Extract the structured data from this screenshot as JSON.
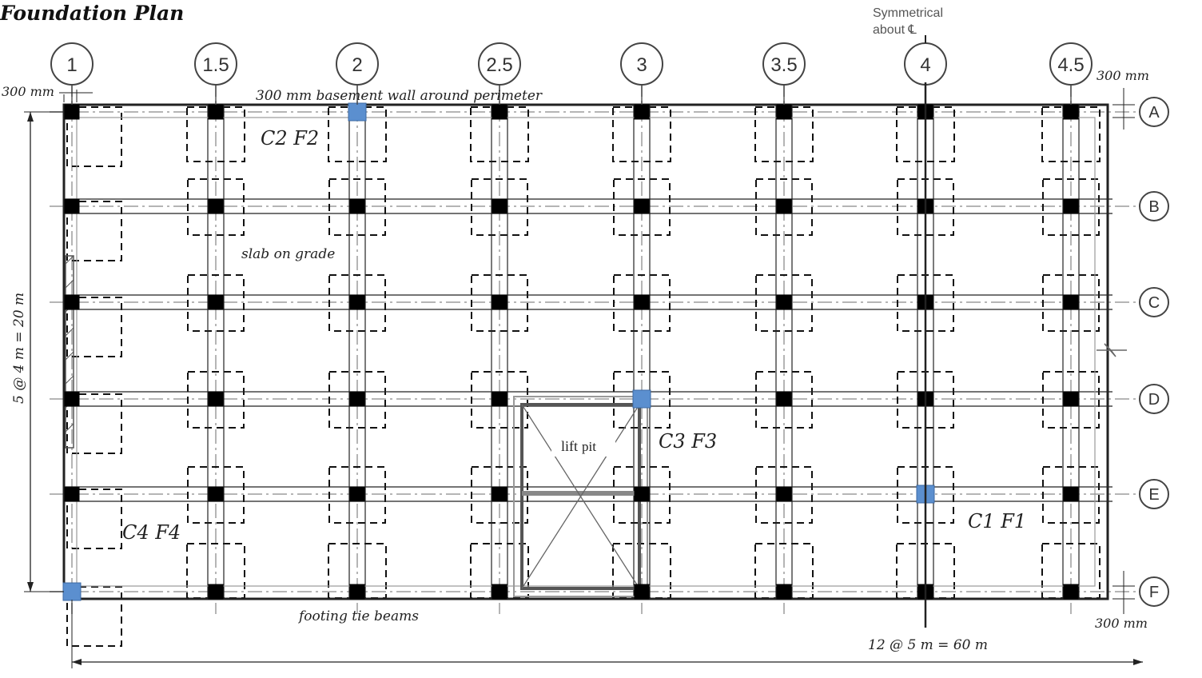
{
  "title": "Foundation Plan",
  "symmetry_note": [
    "Symmetrical",
    "about ℄"
  ],
  "grid": {
    "column_labels": [
      "1",
      "1.5",
      "2",
      "2.5",
      "3",
      "3.5",
      "4",
      "4.5"
    ],
    "row_labels": [
      "A",
      "B",
      "C",
      "D",
      "E",
      "F"
    ]
  },
  "dimensions": {
    "wall_offset_left": "300 mm",
    "wall_offset_right_top": "300 mm",
    "wall_offset_right_bottom": "300 mm",
    "vertical_span": "5 @ 4 m = 20 m",
    "horizontal_span": "12 @ 5 m = 60 m"
  },
  "labels": {
    "basement_wall": "300 mm basement wall around perimeter",
    "slab": "slab on grade",
    "tie_beams": "footing tie beams",
    "lift_pit_italic": "lift",
    "lift_pit_plain": "pit"
  },
  "column_footing_tags": [
    {
      "tag": "C2 F2"
    },
    {
      "tag": "C3 F3"
    },
    {
      "tag": "C4 F4"
    },
    {
      "tag": "C1 F1"
    }
  ],
  "colors": {
    "column": "#000000",
    "highlight_column": "#5b8fcf",
    "line": "#222222",
    "grid_line": "#b5b5b5"
  }
}
